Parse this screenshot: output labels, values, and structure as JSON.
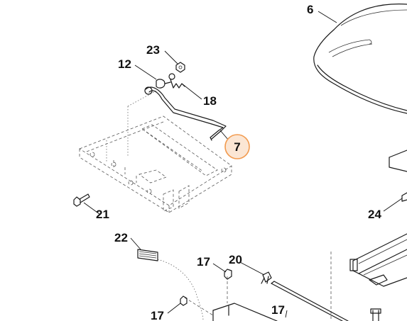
{
  "diagram": {
    "highlight_color": "#f29a4e",
    "highlight_fill": "#fbe6d4",
    "callouts": [
      {
        "id": "part-6",
        "label": "6",
        "highlighted": false
      },
      {
        "id": "part-23",
        "label": "23",
        "highlighted": false
      },
      {
        "id": "part-12",
        "label": "12",
        "highlighted": false
      },
      {
        "id": "part-18",
        "label": "18",
        "highlighted": false
      },
      {
        "id": "part-7",
        "label": "7",
        "highlighted": true
      },
      {
        "id": "part-21",
        "label": "21",
        "highlighted": false
      },
      {
        "id": "part-24",
        "label": "24",
        "highlighted": false
      },
      {
        "id": "part-22",
        "label": "22",
        "highlighted": false
      },
      {
        "id": "part-17a",
        "label": "17",
        "highlighted": false
      },
      {
        "id": "part-20",
        "label": "20",
        "highlighted": false
      },
      {
        "id": "part-17b",
        "label": "17",
        "highlighted": false
      },
      {
        "id": "part-17c",
        "label": "17",
        "highlighted": false
      }
    ]
  }
}
